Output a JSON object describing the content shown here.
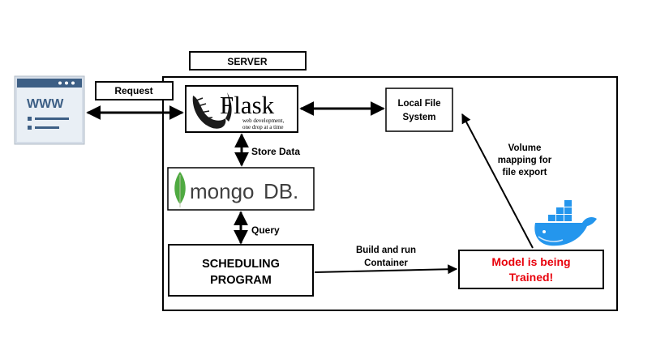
{
  "server": {
    "label": "SERVER"
  },
  "client": {
    "icon": "browser-www-icon",
    "www_text": "WWW"
  },
  "request": {
    "label": "Request"
  },
  "flask": {
    "logo_icon": "flask-horn-icon",
    "name": "Flask",
    "tagline_1": "web development,",
    "tagline_2": "one drop at a time"
  },
  "local_fs": {
    "line1": "Local File",
    "line2": "System"
  },
  "store_data": {
    "label": "Store Data"
  },
  "mongodb": {
    "leaf_icon": "mongodb-leaf-icon",
    "name_a": "mongo",
    "name_b": "DB",
    "dot": "."
  },
  "query": {
    "label": "Query"
  },
  "scheduling": {
    "line1": "SCHEDULING",
    "line2": "PROGRAM"
  },
  "build_run": {
    "line1": "Build and run",
    "line2": "Container"
  },
  "model": {
    "line1": "Model is being",
    "line2": "Trained!",
    "color": "#e8000b"
  },
  "volume_mapping": {
    "line1": "Volume",
    "line2": "mapping for",
    "line3": "file export"
  },
  "docker": {
    "icon": "docker-whale-icon",
    "color": "#2496ed"
  }
}
